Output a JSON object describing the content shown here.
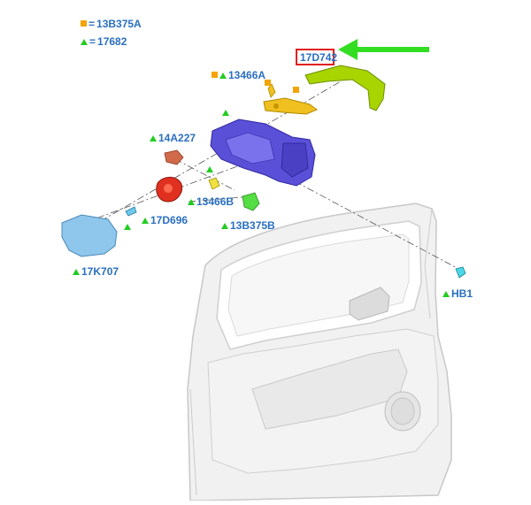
{
  "legend": {
    "square_part": "13B375A",
    "triangle_part": "17682",
    "eq": "="
  },
  "callouts": {
    "p17D742": "17D742",
    "p13466A": "13466A",
    "p14A227": "14A227",
    "p13466B": "13466B",
    "p17D696": "17D696",
    "p13B375B": "13B375B",
    "p17K707": "17K707",
    "pHB1": "HB1"
  },
  "colors": {
    "label_blue": "#2a6fc0",
    "legend_square": "#f5a300",
    "legend_triangle": "#22cc22",
    "highlight_box": "#e02020",
    "arrow": "#33dd22",
    "mirror_cap": "#a8d400",
    "mirror_housing": "#5a50d8",
    "bracket": "#f0c020",
    "motor": "#e03020",
    "glass": "#8fc6ec",
    "clip": "#55dd44",
    "door": "#eeeeee"
  }
}
